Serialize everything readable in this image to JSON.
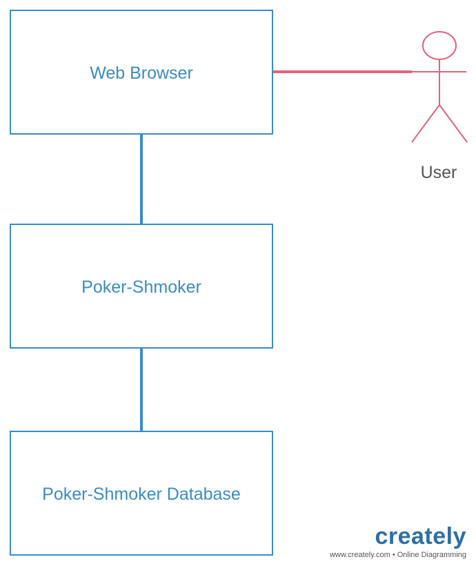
{
  "nodes": [
    {
      "id": "web-browser",
      "label": "Web Browser"
    },
    {
      "id": "poker-shmoker",
      "label": "Poker-Shmoker"
    },
    {
      "id": "poker-shmoker-database",
      "label": "Poker-Shmoker Database"
    }
  ],
  "actor": {
    "label": "User"
  },
  "edges": [
    {
      "from": "web-browser",
      "to": "user"
    },
    {
      "from": "web-browser",
      "to": "poker-shmoker"
    },
    {
      "from": "poker-shmoker",
      "to": "poker-shmoker-database"
    }
  ],
  "colors": {
    "node_stroke": "#3a8cc4",
    "node_text": "#3a8cc4",
    "actor_stroke": "#e0637a",
    "actor_text": "#555555",
    "link_vertical": "#3a8cc4",
    "link_actor": "#e0637a"
  },
  "watermark": {
    "logo_text": "creately",
    "tagline": "www.creately.com • Online Diagramming"
  }
}
